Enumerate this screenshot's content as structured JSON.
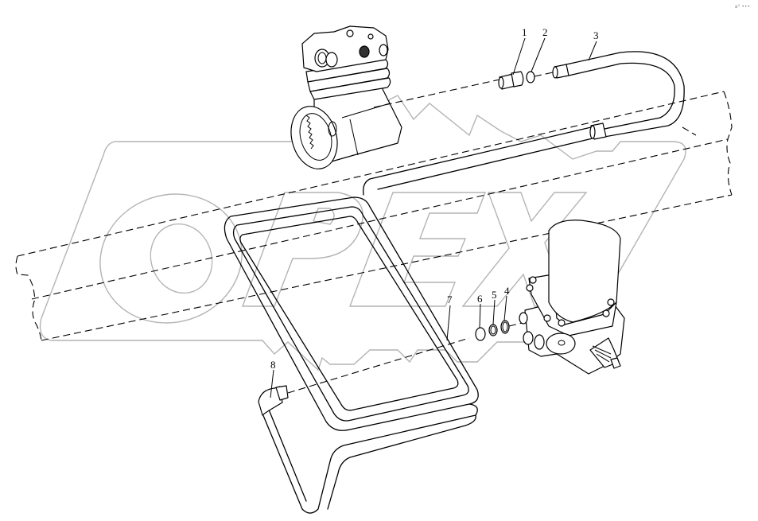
{
  "diagram": {
    "type": "exploded-parts-view",
    "subject": "Air compressor to air dryer piping assembly",
    "watermark": "OPEX",
    "corner_mark": "a° •••",
    "colors": {
      "line": "#000000",
      "watermark": "#b4b4b4",
      "background": "#ffffff"
    },
    "components": [
      {
        "id": "air-compressor",
        "label": "Air compressor"
      },
      {
        "id": "air-dryer",
        "label": "Air dryer"
      },
      {
        "id": "frame-rail",
        "label": "Frame rail (dashed outline)"
      },
      {
        "id": "pipe-loop",
        "label": "Pipe assembly"
      }
    ],
    "callouts": [
      {
        "number": "1",
        "part": "Connector fitting"
      },
      {
        "number": "2",
        "part": "Sealing washer"
      },
      {
        "number": "3",
        "part": "Pipe with nut"
      },
      {
        "number": "4",
        "part": "Sealing ring"
      },
      {
        "number": "5",
        "part": "Sealing ring"
      },
      {
        "number": "6",
        "part": "Nut"
      },
      {
        "number": "7",
        "part": "Pipe assembly"
      },
      {
        "number": "8",
        "part": "Elbow fitting"
      }
    ]
  }
}
